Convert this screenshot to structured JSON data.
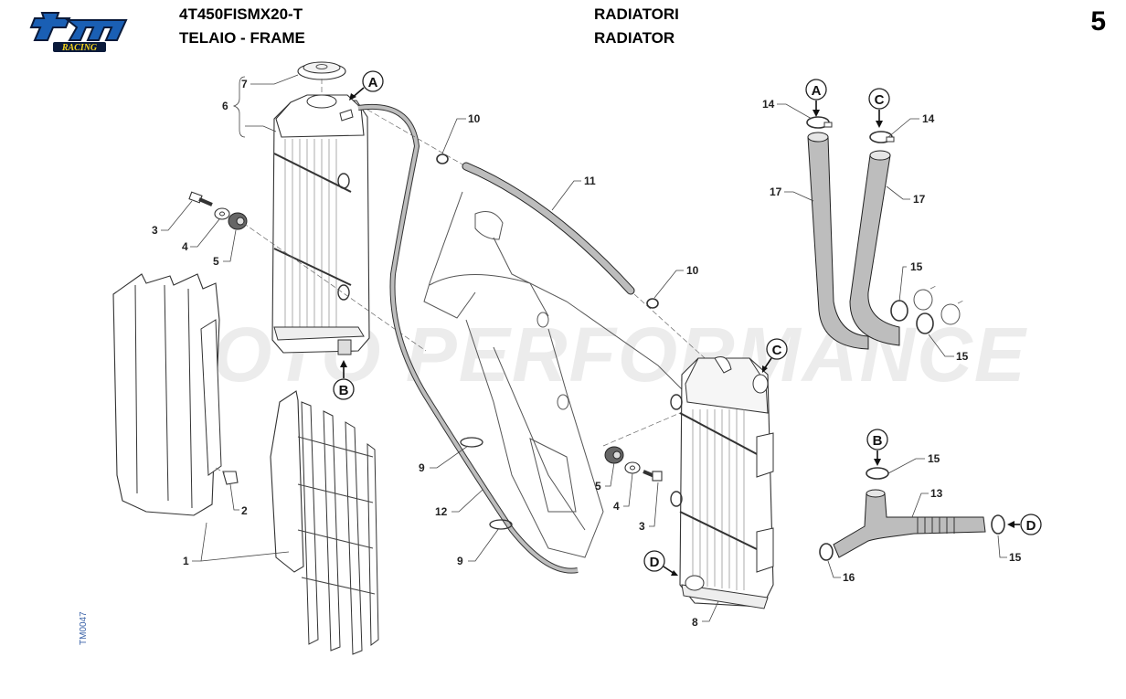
{
  "header": {
    "model_code": "4T450FISMX20-T",
    "section_it_en": "TELAIO - FRAME",
    "group_it": "RADIATORI",
    "group_en": "RADIATOR",
    "page_number": "5"
  },
  "logo": {
    "brand": "tm",
    "subtitle": "RACING",
    "primary_color": "#1a5fb4",
    "accent_color": "#f2d21b"
  },
  "drawing_id": "TM0047",
  "watermark": "MOTO PERFORMANCE",
  "callouts": {
    "c1": "1",
    "c2": "2",
    "c3a": "3",
    "c3b": "3",
    "c4a": "4",
    "c4b": "4",
    "c5a": "5",
    "c5b": "5",
    "c6": "6",
    "c7": "7",
    "c8": "8",
    "c9a": "9",
    "c9b": "9",
    "c10a": "10",
    "c10b": "10",
    "c11": "11",
    "c12": "12",
    "c13": "13",
    "c14a": "14",
    "c14b": "14",
    "c15a": "15",
    "c15b": "15",
    "c15c": "15",
    "c15d": "15",
    "c16": "16",
    "c17a": "17",
    "c17b": "17"
  },
  "connectors": {
    "A1": "A",
    "A2": "A",
    "B1": "B",
    "B2": "B",
    "C1": "C",
    "C2": "C",
    "D1": "D",
    "D2": "D"
  }
}
